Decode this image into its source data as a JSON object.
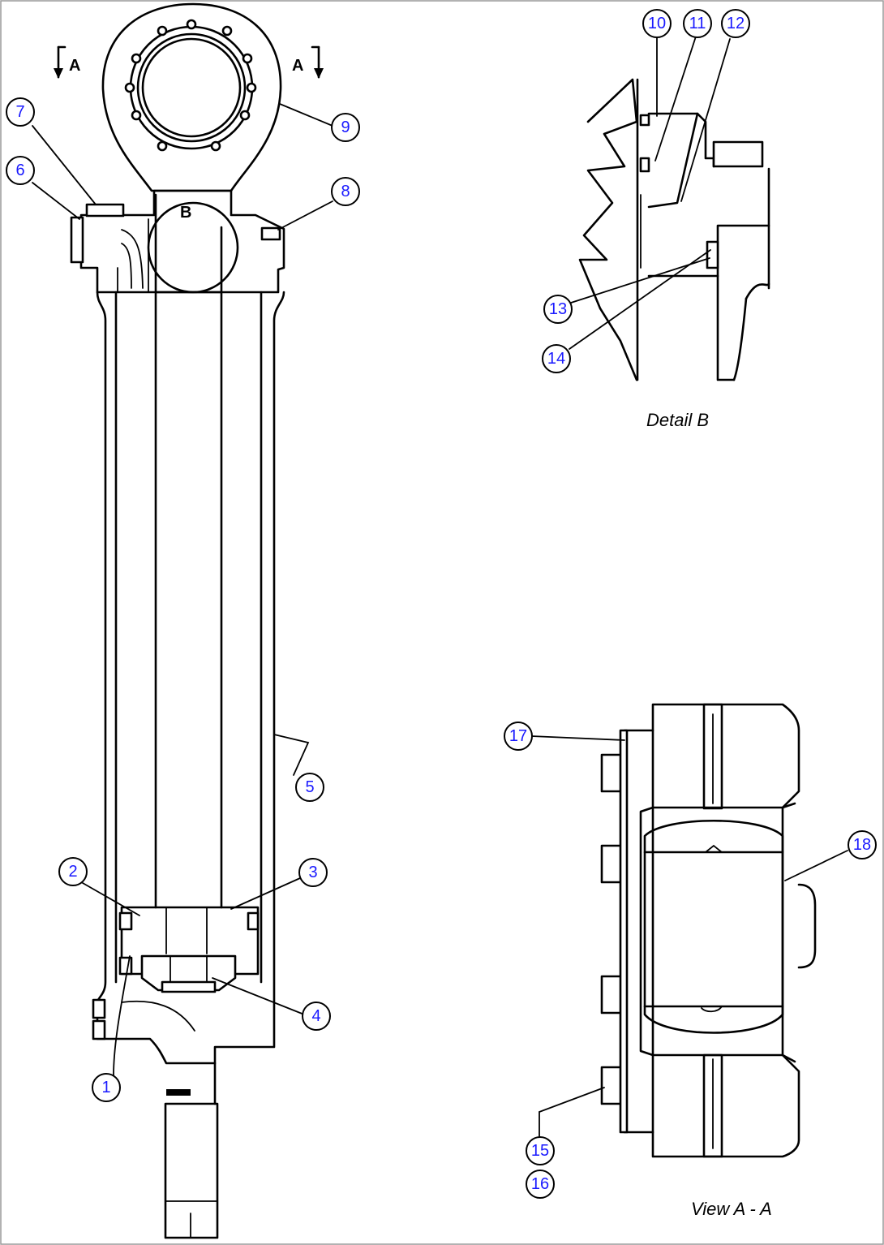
{
  "section_labels": {
    "section_a_left": "A",
    "section_a_right": "A",
    "detail_b_marker": "B"
  },
  "captions": {
    "detail_b": "Detail B",
    "view_a_a": "View A - A"
  },
  "callouts": {
    "c1": "1",
    "c2": "2",
    "c3": "3",
    "c4": "4",
    "c5": "5",
    "c6": "6",
    "c7": "7",
    "c8": "8",
    "c9": "9",
    "c10": "10",
    "c11": "11",
    "c12": "12",
    "c13": "13",
    "c14": "14",
    "c15": "15",
    "c16": "16",
    "c17": "17",
    "c18": "18"
  },
  "colors": {
    "callout_text": "#1a1aff",
    "line": "#000000",
    "background": "#ffffff"
  }
}
